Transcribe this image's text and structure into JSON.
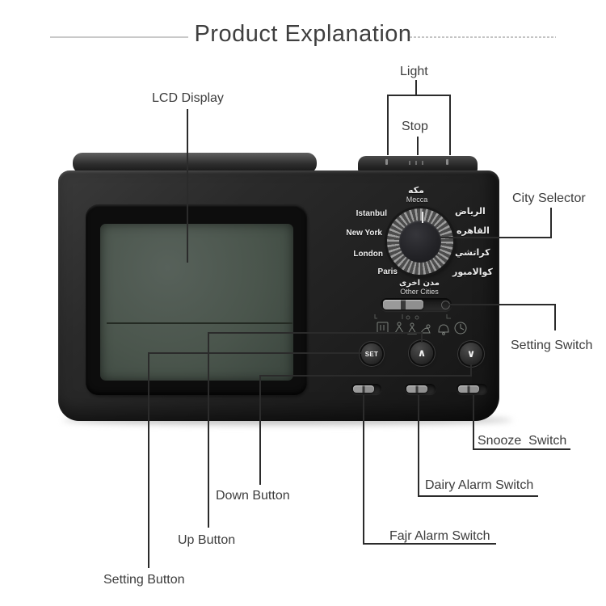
{
  "title": "Product Explanation",
  "callouts": {
    "light": {
      "label": "Light"
    },
    "stop": {
      "label": "Stop"
    },
    "lcd_display": {
      "label": "LCD Display"
    },
    "city_selector": {
      "label": "City Selector"
    },
    "setting_switch": {
      "label": "Setting Switch"
    },
    "snooze_switch": {
      "label": "Snooze  Switch"
    },
    "dairy_alarm_switch": {
      "label": "Dairy Alarm Switch"
    },
    "fajr_alarm_switch": {
      "label": "Fajr Alarm Switch"
    },
    "down_button": {
      "label": "Down Button"
    },
    "up_button": {
      "label": "Up Button"
    },
    "setting_button": {
      "label": "Setting Button"
    }
  },
  "device": {
    "set_button_label": "SET",
    "up_button_glyph": "∧",
    "down_button_glyph": "∨",
    "city_dial": {
      "top_ar": "مكه",
      "top_en": "Mecca",
      "left_cities": [
        "Istanbul",
        "New York",
        "London",
        "Paris"
      ],
      "right_cities": [
        "الرياض",
        "القاهره",
        "كراتشي",
        "كوالامبور"
      ],
      "bottom_ar": "مدن اخرى",
      "bottom_en": "Other Cities"
    }
  },
  "colors": {
    "body_dark": "#232323",
    "lcd_green": "#4a544c",
    "callout_line": "#2b2b2b",
    "label_text": "#3c3c3c",
    "title_text": "#3f3f3f",
    "rule_gray": "#c9c9c9"
  }
}
